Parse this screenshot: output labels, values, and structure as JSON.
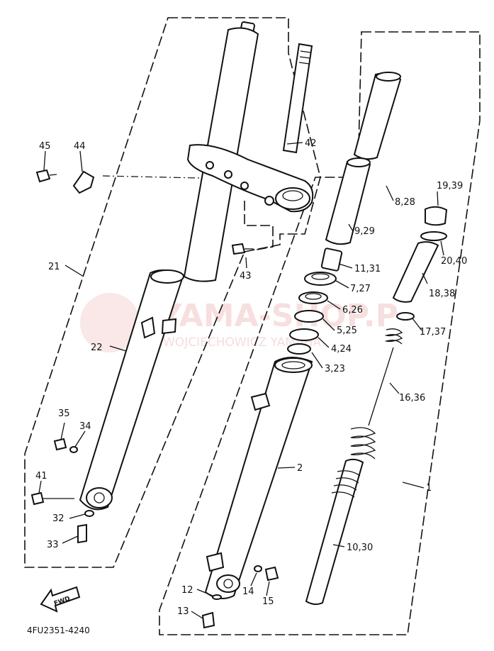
{
  "watermark": {
    "brand": "YAMA-SHOP.P",
    "sub": "WOJCIECHOWICZ                     YAMAHA"
  },
  "diagram_code": "4FU2351-4240",
  "fwd_label": "FWD",
  "labels": [
    {
      "id": "p45",
      "text": "45"
    },
    {
      "id": "p44",
      "text": "44"
    },
    {
      "id": "p42",
      "text": "42"
    },
    {
      "id": "p21",
      "text": "21"
    },
    {
      "id": "p43",
      "text": "43"
    },
    {
      "id": "p22",
      "text": "22"
    },
    {
      "id": "p35",
      "text": "35"
    },
    {
      "id": "p34",
      "text": "34"
    },
    {
      "id": "p41",
      "text": "41"
    },
    {
      "id": "p32",
      "text": "32"
    },
    {
      "id": "p33",
      "text": "33"
    },
    {
      "id": "p8",
      "text": "8,28"
    },
    {
      "id": "p9",
      "text": "9,29"
    },
    {
      "id": "p19",
      "text": "19,39"
    },
    {
      "id": "p20",
      "text": "20,40"
    },
    {
      "id": "p11",
      "text": "11,31"
    },
    {
      "id": "p7",
      "text": "7,27"
    },
    {
      "id": "p18",
      "text": "18,38"
    },
    {
      "id": "p6",
      "text": "6,26"
    },
    {
      "id": "p5",
      "text": "5,25"
    },
    {
      "id": "p17",
      "text": "17,37"
    },
    {
      "id": "p4",
      "text": "4,24"
    },
    {
      "id": "p3",
      "text": "3,23"
    },
    {
      "id": "p16",
      "text": "16,36"
    },
    {
      "id": "p2",
      "text": "2"
    },
    {
      "id": "p1",
      "text": "1"
    },
    {
      "id": "p10",
      "text": "10,30"
    },
    {
      "id": "p12",
      "text": "12"
    },
    {
      "id": "p14",
      "text": "14"
    },
    {
      "id": "p15",
      "text": "15"
    },
    {
      "id": "p13",
      "text": "13"
    }
  ]
}
